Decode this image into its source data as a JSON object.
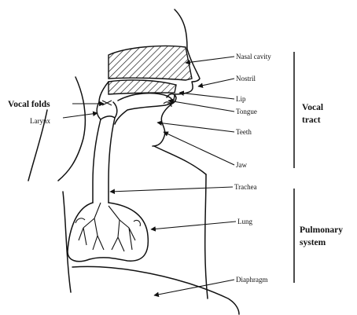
{
  "labels": {
    "nasal_cavity": "Nasal cavity",
    "nostril": "Nostril",
    "lip": "Lip",
    "tongue": "Tongue",
    "teeth": "Teeth",
    "jaw": "Jaw",
    "trachea": "Trachea",
    "lung": "Lung",
    "diaphragm": "Diaphragm",
    "larynx": "Larynx",
    "vocal_folds": "Vocal folds"
  },
  "regions": {
    "vocal_tract": [
      "Vocal",
      "tract"
    ],
    "pulmonary_system": [
      "Pulmonary",
      "system"
    ]
  },
  "colors": {
    "ink": "#111111",
    "background": "#ffffff"
  }
}
